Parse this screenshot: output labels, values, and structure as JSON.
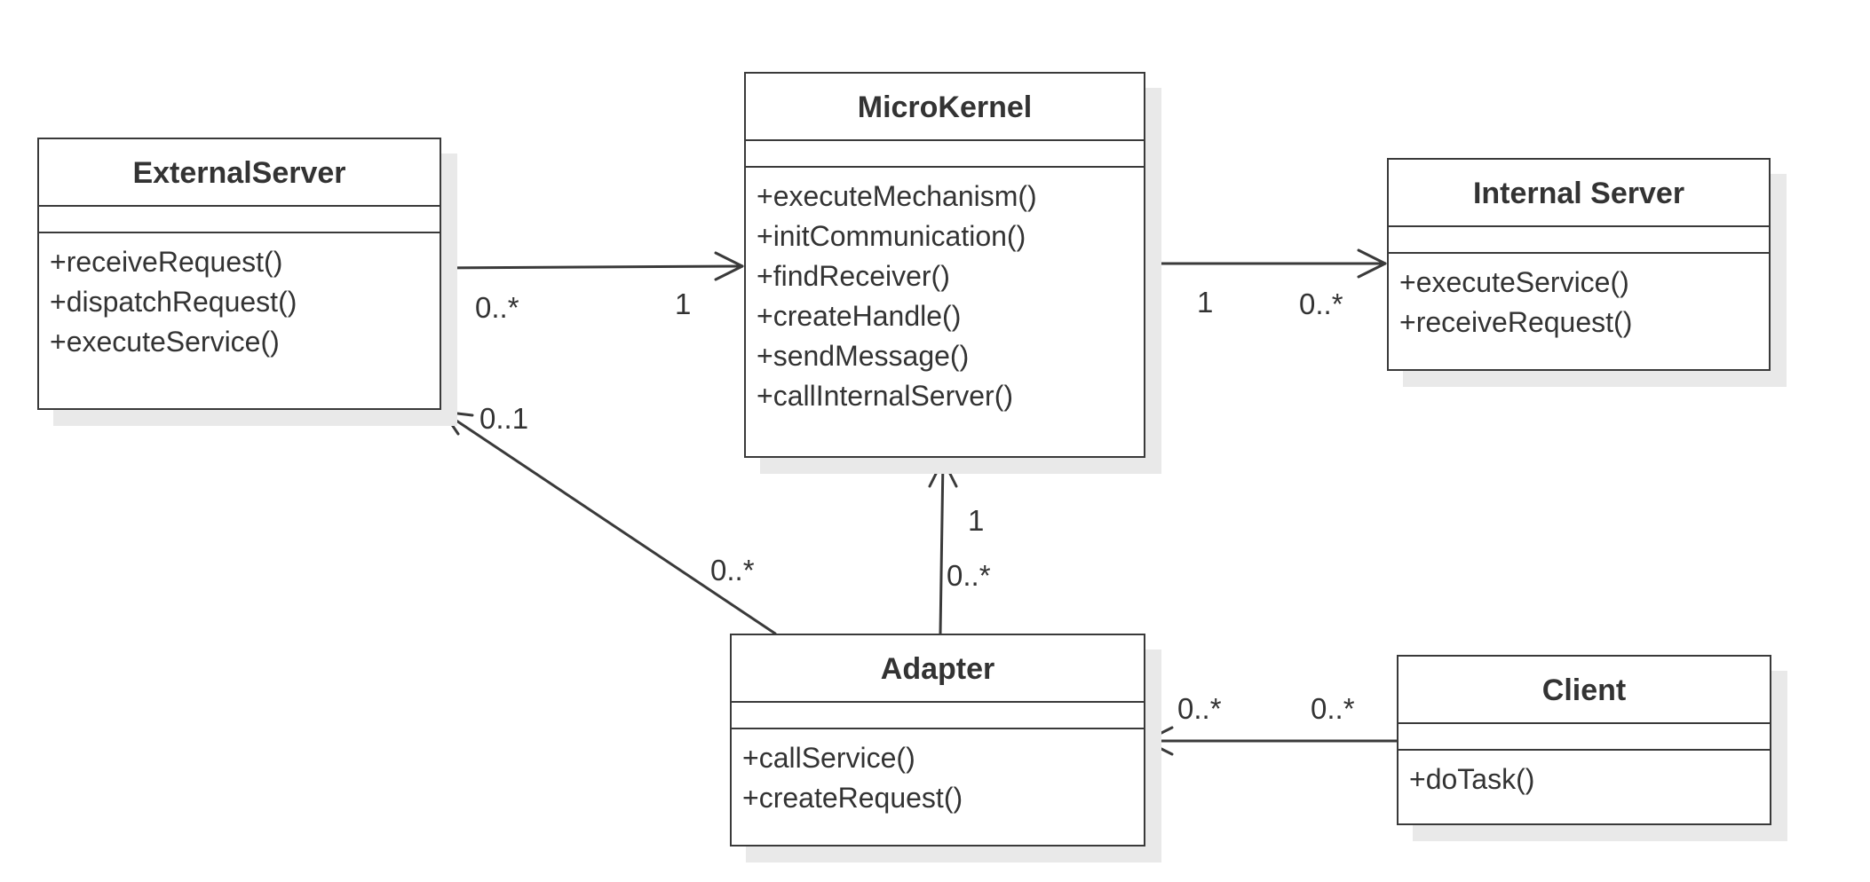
{
  "classes": {
    "microkernel": {
      "name": "MicroKernel",
      "operations": [
        "+executeMechanism()",
        "+initCommunication()",
        "+findReceiver()",
        "+createHandle()",
        "+sendMessage()",
        "+callInternalServer()"
      ]
    },
    "external_server": {
      "name": "ExternalServer",
      "operations": [
        "+receiveRequest()",
        "+dispatchRequest()",
        "+executeService()"
      ]
    },
    "internal_server": {
      "name": "Internal Server",
      "operations": [
        "+executeService()",
        "+receiveRequest()"
      ]
    },
    "adapter": {
      "name": "Adapter",
      "operations": [
        "+callService()",
        "+createRequest()"
      ]
    },
    "client": {
      "name": "Client",
      "operations": [
        "+doTask()"
      ]
    }
  },
  "associations": {
    "external_to_microkernel": {
      "source_multiplicity": "0..*",
      "target_multiplicity": "1"
    },
    "microkernel_to_internal": {
      "source_multiplicity": "1",
      "target_multiplicity": "0..*"
    },
    "adapter_to_external": {
      "source_multiplicity": "0..*",
      "target_multiplicity": "0..1"
    },
    "adapter_to_microkernel": {
      "source_multiplicity": "0..*",
      "target_multiplicity": "1"
    },
    "client_to_adapter": {
      "source_multiplicity": "0..*",
      "target_multiplicity": "0..*"
    }
  },
  "colors": {
    "line": "#3a3a3a",
    "text": "#333333",
    "shadow": "#e9e9e9"
  }
}
